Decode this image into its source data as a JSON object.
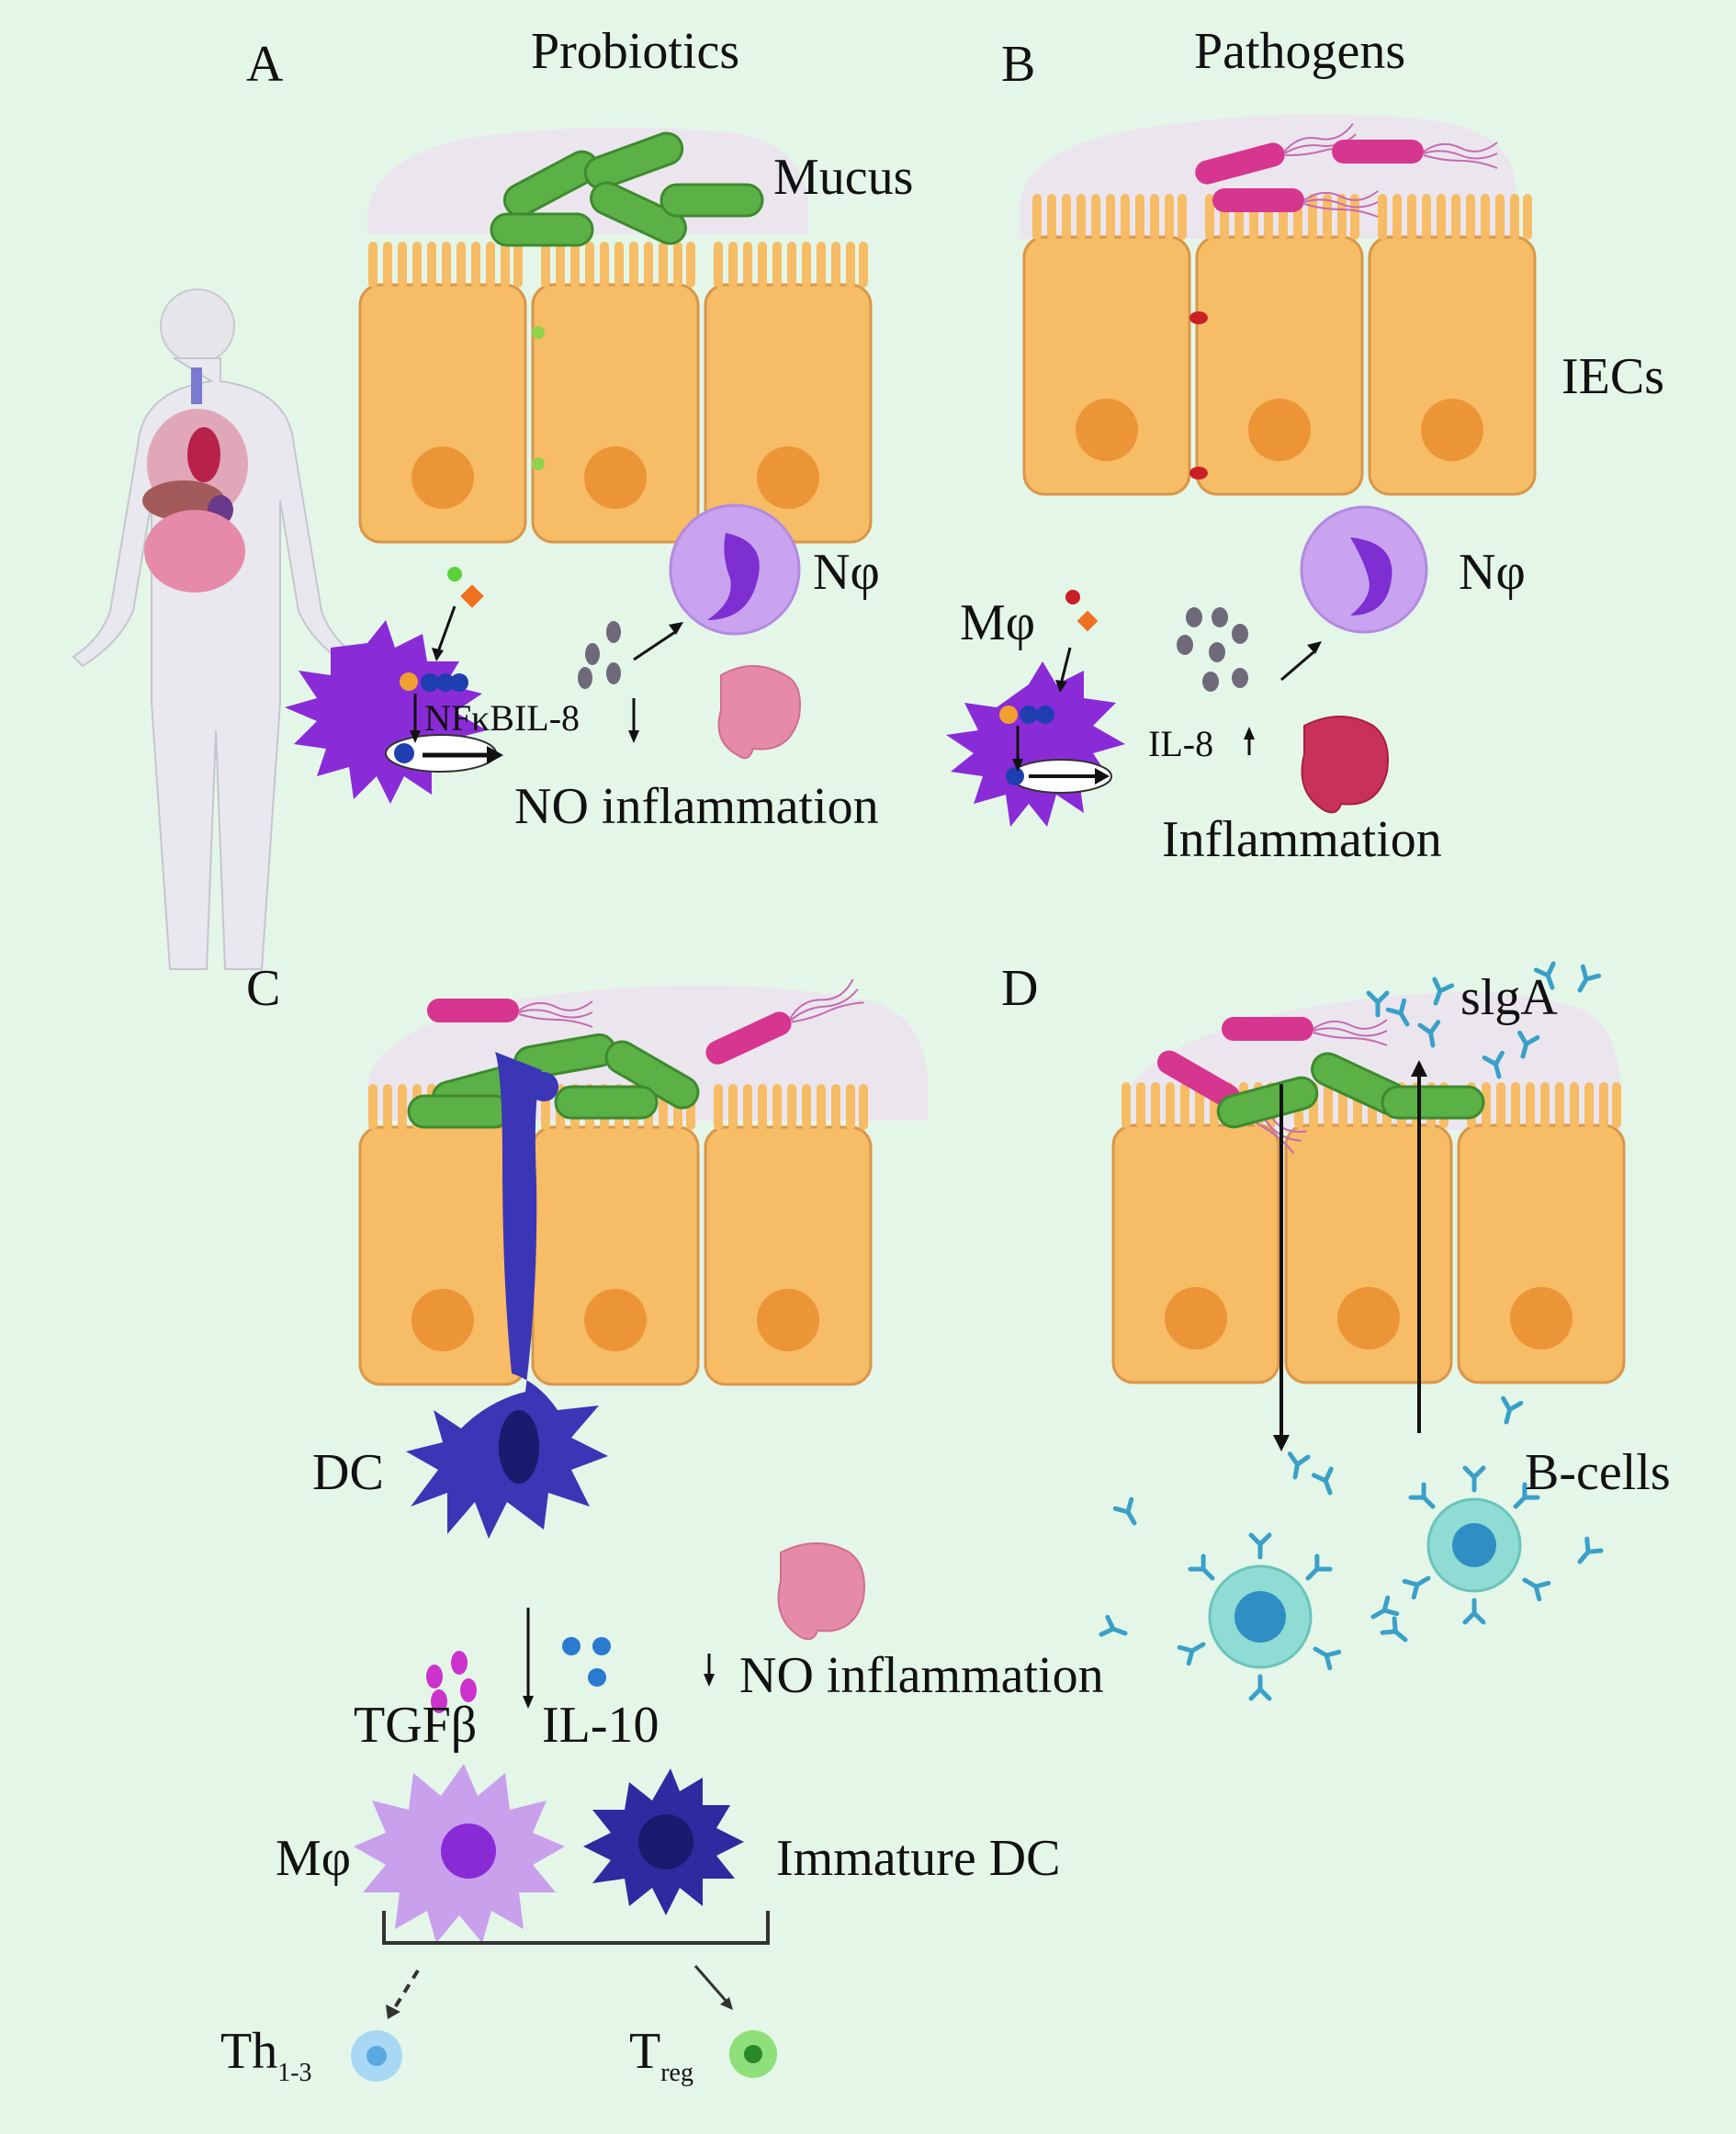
{
  "panels": {
    "a": {
      "letter": "A",
      "title": "Probiotics"
    },
    "b": {
      "letter": "B",
      "title": "Pathogens"
    },
    "c": {
      "letter": "C"
    },
    "d": {
      "letter": "D"
    }
  },
  "labels": {
    "mucus": "Mucus",
    "iecs": "IECs",
    "neutrophil_a": "Nφ",
    "neutrophil_b": "Nφ",
    "macrophage_b": "Mφ",
    "nfkb_il8": "NFκBIL-8",
    "il8_b": "IL-8",
    "no_inflammation_a": "NO inflammation",
    "inflammation_b": "Inflammation",
    "dc": "DC",
    "tgfb": "TGFβ",
    "il10": "IL-10",
    "no_inflammation_c": "NO inflammation",
    "macrophage_c": "Mφ",
    "immature_dc": "Immature DC",
    "th_base": "Th",
    "th_sub": "1-3",
    "treg_base": "T",
    "treg_sub": "reg",
    "sIgA": "slgA",
    "b_cells": "B-cells"
  },
  "colors": {
    "background": "#e4f6e8",
    "epithelium": "#f6bc66",
    "nucleus": "#ec9536",
    "probiotic": "#5bb145",
    "pathogen": "#d6368f",
    "macrophage": "#8a2bd8",
    "dendritic": "#3b36b5",
    "neutrophil": "#c9a3f0",
    "b_cell": "#8fdcd4",
    "antibody": "#3aa0c8"
  }
}
